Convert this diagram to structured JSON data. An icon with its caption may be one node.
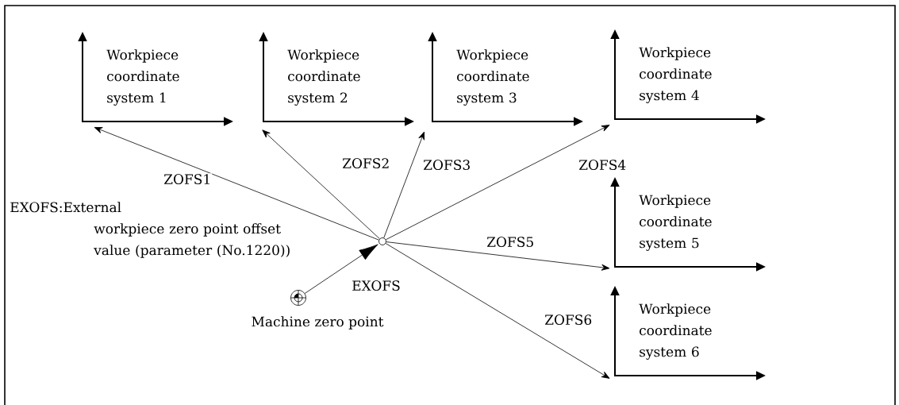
{
  "diagram": {
    "nodes": [
      {
        "text": [
          "Workpiece coordinate system 1"
        ]
      },
      {
        "text": [
          "Workpiece coordinate system 2"
        ]
      },
      {
        "text": [
          "Workpiece coordinate system 3"
        ]
      },
      {
        "text": [
          "Workpiece coordinate system 4"
        ]
      },
      {
        "text": [
          "Workpiece coordinate system 5"
        ]
      },
      {
        "text": [
          "Workpiece coordinate system 6"
        ]
      },
      {
        "text": [],
        "shape": "circle"
      },
      {
        "text": [],
        "shape": "circle",
        "beside": [
          "Machine zero point"
        ]
      }
    ],
    "edges": [
      {
        "from": 6,
        "to": 0,
        "arrow": "to",
        "label": "ZOFS1"
      },
      {
        "from": 6,
        "to": 1,
        "arrow": "to",
        "label": "ZOFS2"
      },
      {
        "from": 6,
        "to": 2,
        "arrow": "to",
        "label": "ZOFS3"
      },
      {
        "from": 6,
        "to": 3,
        "arrow": "to",
        "label": "ZOFS4"
      },
      {
        "from": 6,
        "to": 4,
        "arrow": "to",
        "label": "ZOFS5"
      },
      {
        "from": 6,
        "to": 5,
        "arrow": "to",
        "label": "ZOFS6"
      },
      {
        "from": 7,
        "to": 6,
        "arrow": "to",
        "label": "EXOFS"
      }
    ],
    "labels": [
      "EXOFS:External workpiece zero point offset value (parameter (No.1220))"
    ]
  }
}
